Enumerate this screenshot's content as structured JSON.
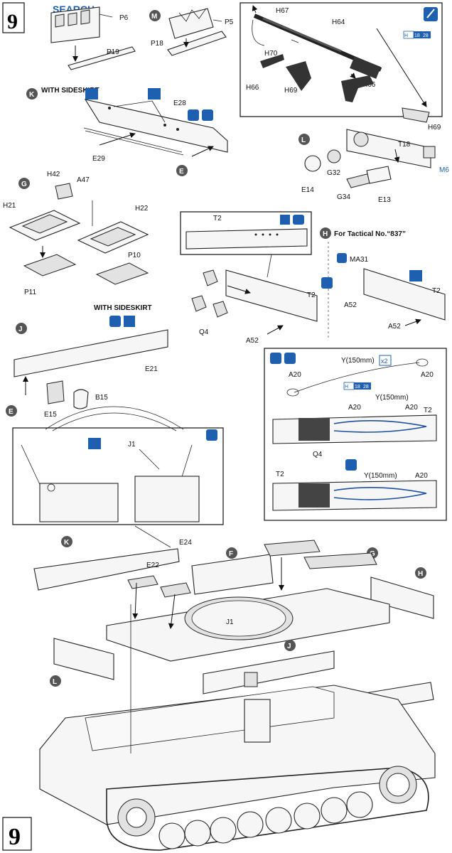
{
  "watermark": "SEARCH",
  "step_number": "9",
  "section_with_sideskirt": "WITH SIDESKIRT",
  "section_tactical": "For Tactical No.“837”",
  "cable_spec": "Y(150mm)",
  "quantity": "x2",
  "paint_codes": [
    "H",
    "18",
    "28"
  ],
  "subassemblies": [
    "M",
    "K",
    "L",
    "G",
    "J",
    "E",
    "H",
    "F"
  ],
  "parts": {
    "P6": "P6",
    "P5": "P5",
    "P19": "P19",
    "P18": "P18",
    "H67": "H67",
    "H64": "H64",
    "H70": "H70",
    "H66a": "H66",
    "H66b": "H66",
    "H69a": "H69",
    "H69b": "H69",
    "E28": "E28",
    "E29": "E29",
    "M6": "M6",
    "T18": "T18",
    "G32": "G32",
    "E14": "E14",
    "G34": "G34",
    "E13": "E13",
    "H42": "H42",
    "A47": "A47",
    "H21": "H21",
    "H22": "H22",
    "P10": "P10",
    "P11": "P11",
    "T2a": "T2",
    "T2b": "T2",
    "T2c": "T2",
    "T2d": "T2",
    "T2e": "T2",
    "Q4a": "Q4",
    "Q4b": "Q4",
    "A52a": "A52",
    "A52b": "A52",
    "A52c": "A52",
    "MA31": "MA31",
    "E21": "E21",
    "E15": "E15",
    "B15": "B15",
    "A20a": "A20",
    "A20b": "A20",
    "A20c": "A20",
    "A20d": "A20",
    "A20e": "A20",
    "J1a": "J1",
    "J1b": "J1",
    "E24": "E24",
    "E22": "E22"
  },
  "colors": {
    "ink": "#111111",
    "accent_blue": "#1f5fb0",
    "step_box": "#ffffff"
  }
}
